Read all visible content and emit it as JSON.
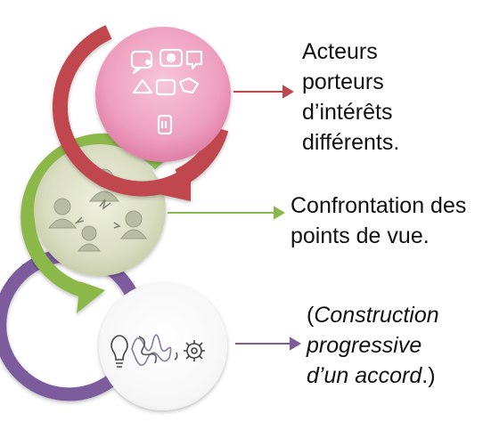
{
  "colors": {
    "stage1": "#c0464e",
    "stage2": "#8bb84a",
    "stage3": "#7d5c9e"
  },
  "stages": [
    {
      "label_lines": [
        "Acteurs",
        "porteurs",
        "d’intérêts",
        "différents."
      ],
      "icon": "speech-bubbles-icon"
    },
    {
      "label_lines": [
        "Confrontation des",
        "points de vue."
      ],
      "icon": "people-conflict-icon"
    },
    {
      "label_parts": {
        "open": "(",
        "italic_line1": "Construction",
        "italic_line2": "progressive",
        "italic_line3_a": "d’un accord",
        "close": ".)"
      },
      "icon": "lightbulb-tangle-gear-icon"
    }
  ]
}
